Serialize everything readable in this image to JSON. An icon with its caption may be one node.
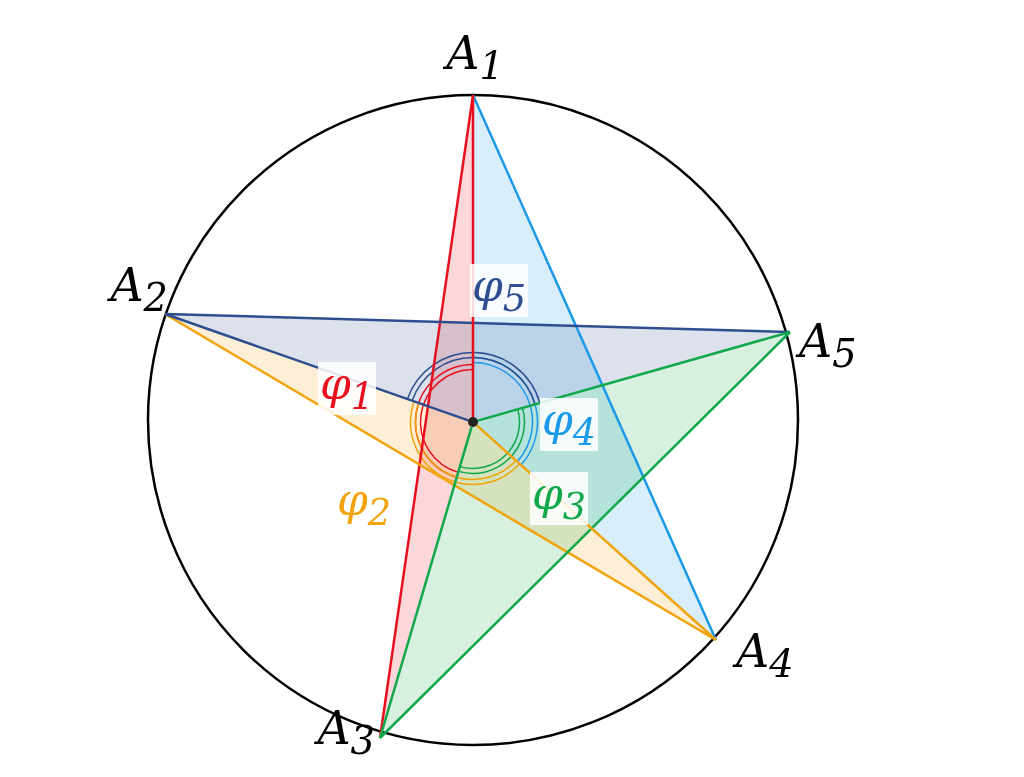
{
  "diagram": {
    "nodes": [
      {
        "text": [
          "A$_{1}$"
        ]
      },
      {
        "text": [
          "A$_{2}$"
        ]
      },
      {
        "text": [
          "A$_{3}$"
        ]
      },
      {
        "text": [
          "A$_{4}$"
        ]
      },
      {
        "text": [
          "A$_{5}$"
        ]
      },
      {
        "text": [],
        "shape": "circle"
      }
    ],
    "edges": [
      {
        "from": 0,
        "to": 2,
        "arrow": "none",
        "color": "#e8101e"
      },
      {
        "from": 0,
        "to": 3,
        "arrow": "none",
        "color": "#1a9ae8"
      },
      {
        "from": 1,
        "to": 4,
        "arrow": "none",
        "color": "#2e4f8f"
      },
      {
        "from": 1,
        "to": 3,
        "arrow": "none",
        "color": "#f0a30a"
      },
      {
        "from": 2,
        "to": 4,
        "arrow": "none",
        "color": "#10a84a"
      },
      {
        "from": 5,
        "to": 0,
        "arrow": "none",
        "color": "#e8101e"
      },
      {
        "from": 5,
        "to": 1,
        "arrow": "none",
        "color": "#2e4f8f"
      },
      {
        "from": 5,
        "to": 2,
        "arrow": "none",
        "color": "#10a84a"
      },
      {
        "from": 5,
        "to": 3,
        "arrow": "none",
        "color": "#f0a30a"
      },
      {
        "from": 5,
        "to": 4,
        "arrow": "none",
        "color": "#10a84a"
      }
    ],
    "labels": [
      "φ$_{5}$",
      "φ$_{1}$",
      "φ$_{4}$",
      "φ$_{2}$",
      "φ$_{3}$"
    ]
  }
}
